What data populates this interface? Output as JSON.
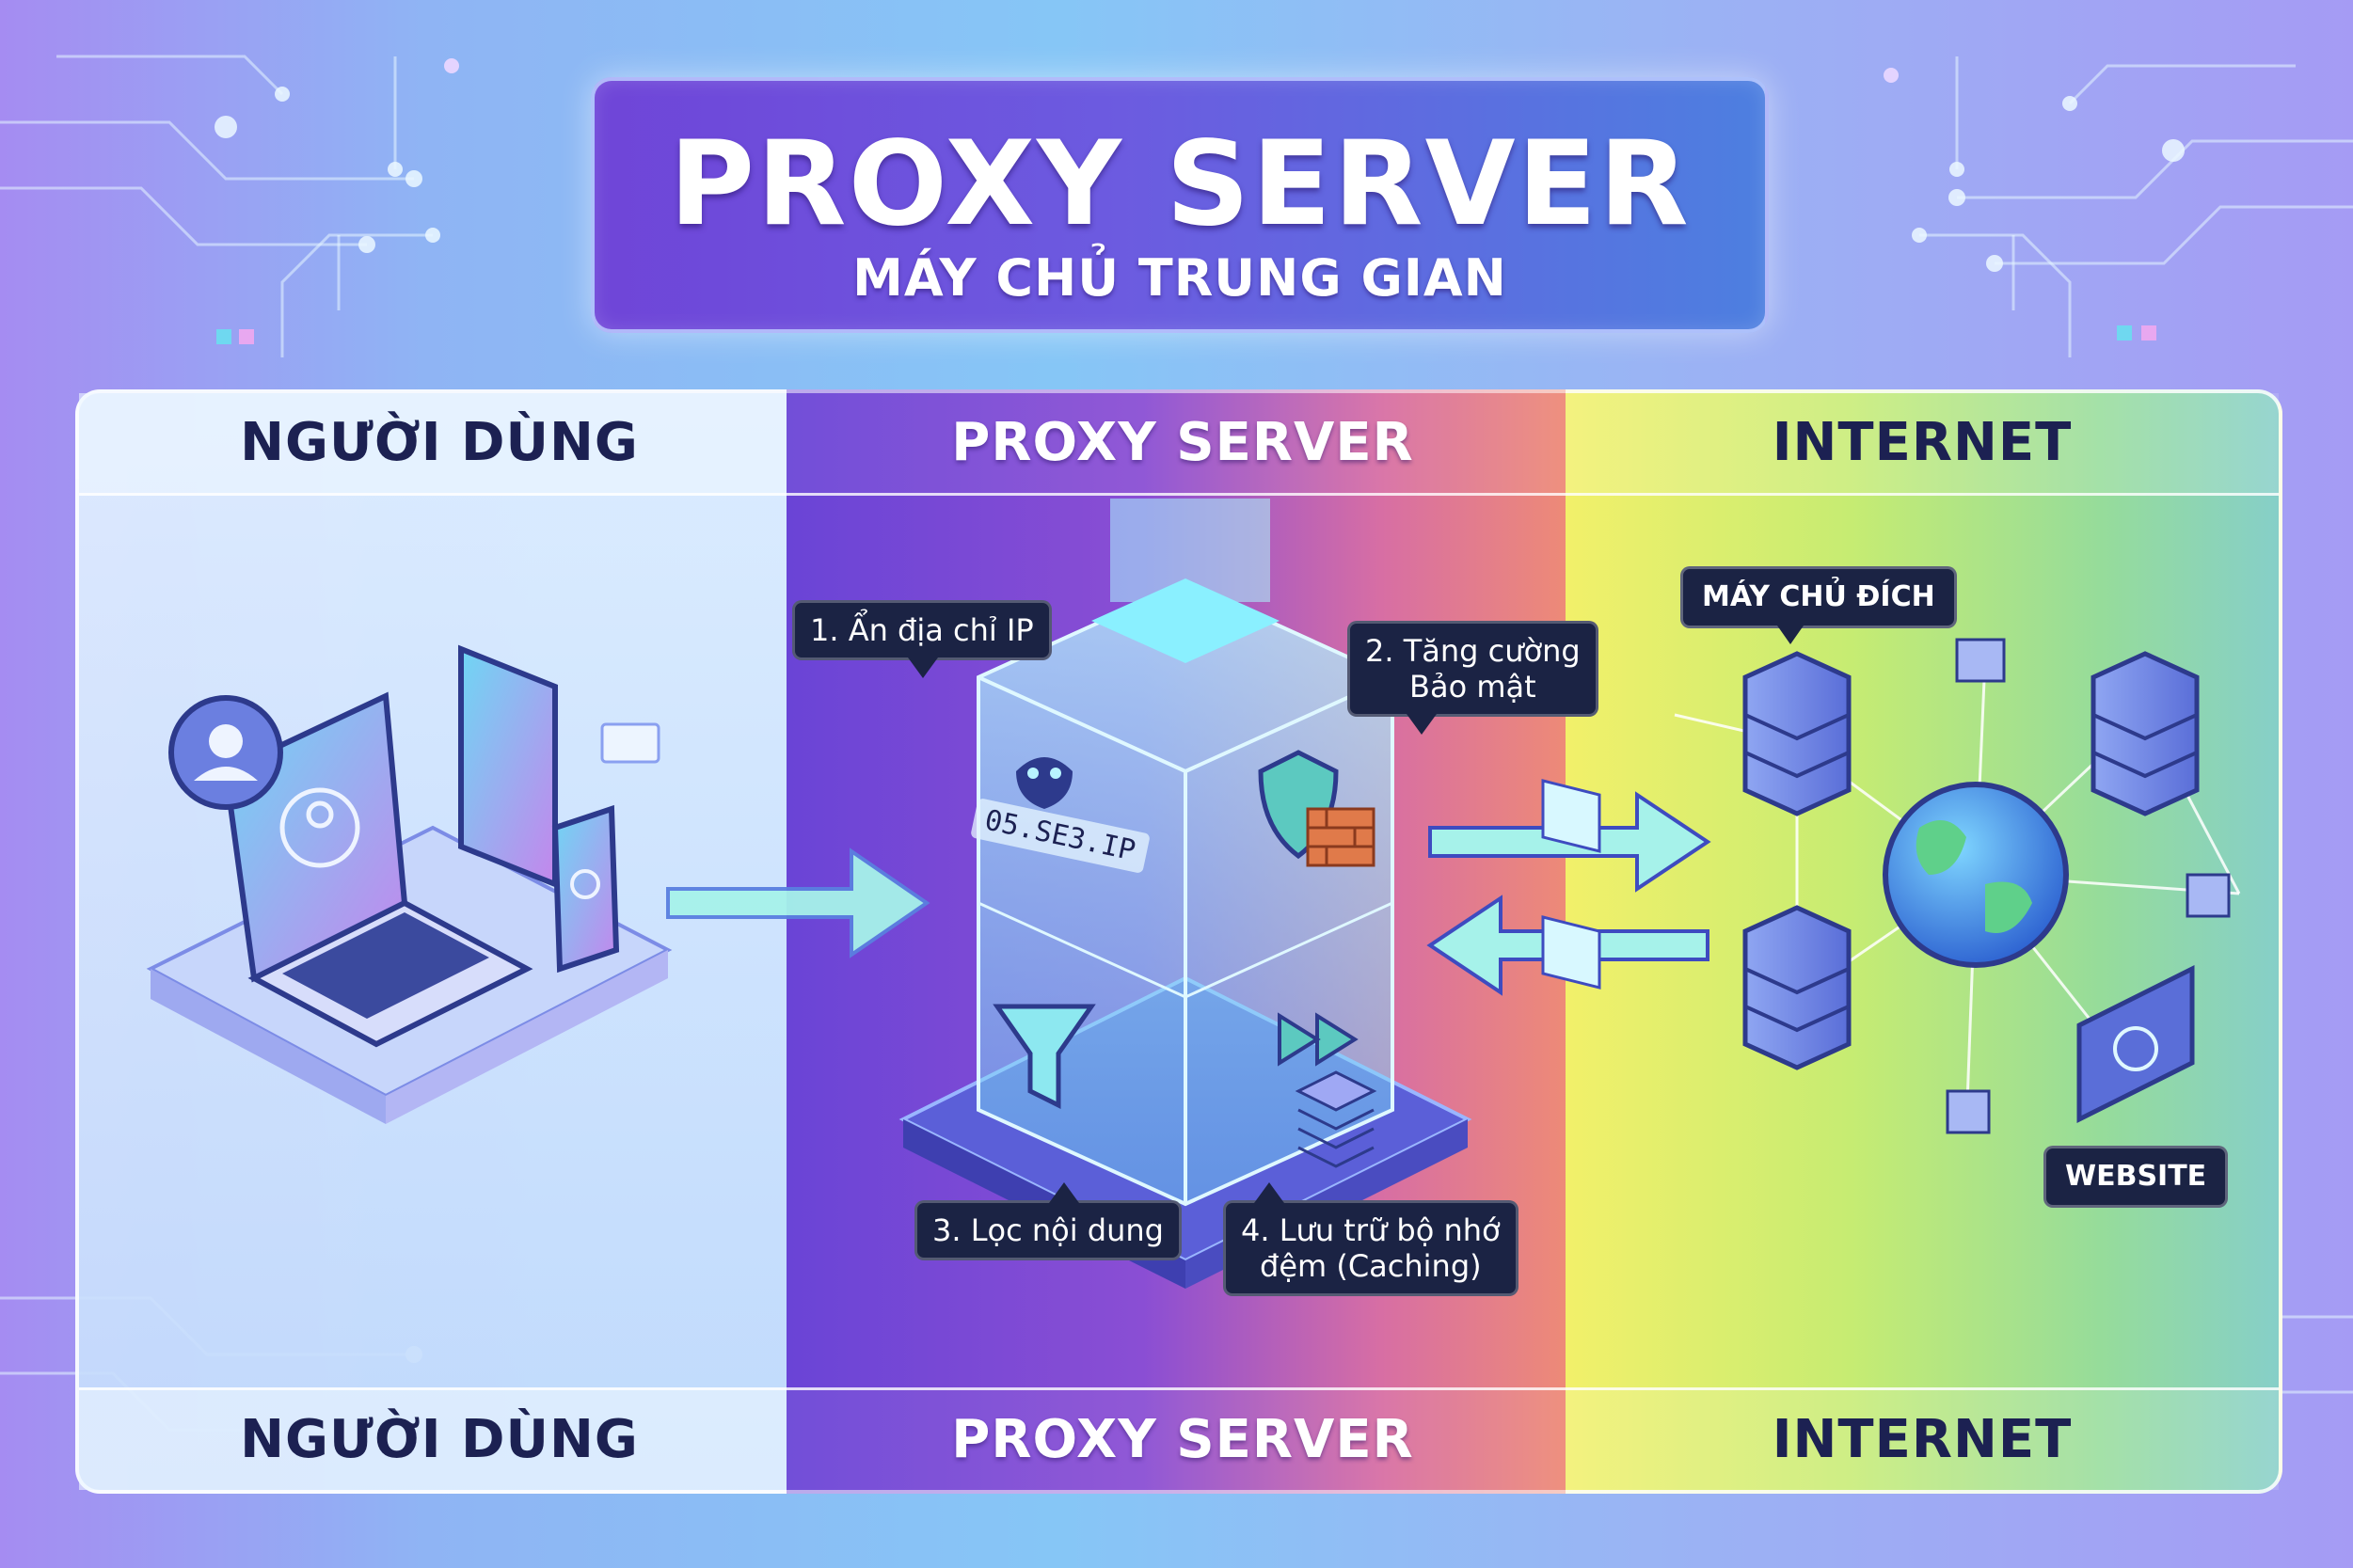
{
  "header": {
    "title": "PROXY SERVER",
    "subtitle": "MÁY CHỦ TRUNG GIAN"
  },
  "columns": [
    {
      "top_label": "NGƯỜI DÙNG",
      "bottom_label": "NGƯỜI DÙNG"
    },
    {
      "top_label": "PROXY SERVER",
      "bottom_label": "PROXY SERVER"
    },
    {
      "top_label": "INTERNET",
      "bottom_label": "INTERNET"
    }
  ],
  "proxy_features": [
    {
      "label": "1. Ẩn địa chỉ IP"
    },
    {
      "label_line1": "2. Tăng cường",
      "label_line2": "Bảo mật"
    },
    {
      "label": "3. Lọc nội dung"
    },
    {
      "label_line1": "4. Lưu trữ bộ nhớ",
      "label_line2": "đệm (Caching)"
    }
  ],
  "ip_display": "05.SE3.IP",
  "internet": {
    "destination_label": "MÁY CHỦ ĐÍCH",
    "website_label": "WEBSITE"
  },
  "icons": [
    "user-icon",
    "laptop-icon",
    "tablet-icon",
    "phone-icon",
    "server-tower-icon",
    "mask-icon",
    "shield-icon",
    "firewall-icon",
    "funnel-icon",
    "fast-forward-icon",
    "database-stack-icon",
    "globe-icon",
    "server-rack-icon",
    "browser-window-icon",
    "arrow-right-icon",
    "arrow-left-icon",
    "packet-icon"
  ],
  "colors": {
    "title_box": "#6f45d8",
    "proxy_panel_start": "#6a44d6",
    "proxy_panel_end": "#ef8c74",
    "internet_panel": "#c6ec72",
    "user_panel": "#dcecff",
    "callout_bg": "#1b2344",
    "arrow": "#a6f2ea"
  }
}
